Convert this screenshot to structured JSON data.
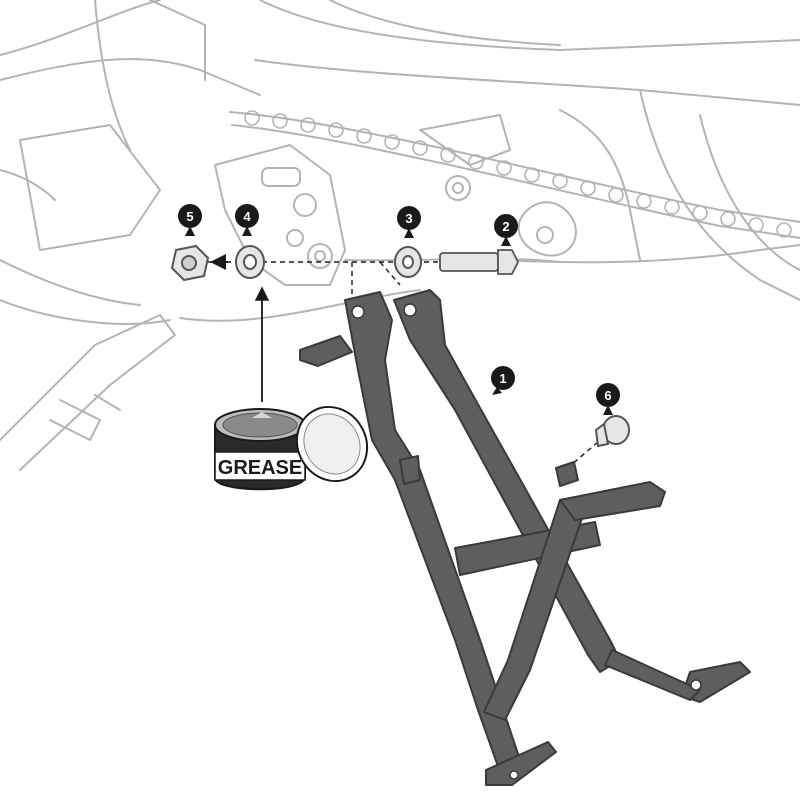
{
  "diagram": {
    "colors": {
      "background": "#ffffff",
      "outline": "#b4b4b4",
      "stand_fill": "#5e5e5e",
      "stand_edge": "#3a3a3a",
      "callout": "#1a1a1a",
      "callout_text": "#ffffff",
      "part_fill": "#e6e6e6",
      "part_edge": "#555555"
    },
    "callouts": [
      {
        "id": "callout-1",
        "label": "1",
        "part": "center-stand"
      },
      {
        "id": "callout-2",
        "label": "2",
        "part": "bolt"
      },
      {
        "id": "callout-3",
        "label": "3",
        "part": "washer"
      },
      {
        "id": "callout-4",
        "label": "4",
        "part": "spacer-washer"
      },
      {
        "id": "callout-5",
        "label": "5",
        "part": "nut"
      },
      {
        "id": "callout-6",
        "label": "6",
        "part": "rubber-stopper"
      }
    ],
    "grease_can": {
      "label": "GREASE"
    }
  }
}
